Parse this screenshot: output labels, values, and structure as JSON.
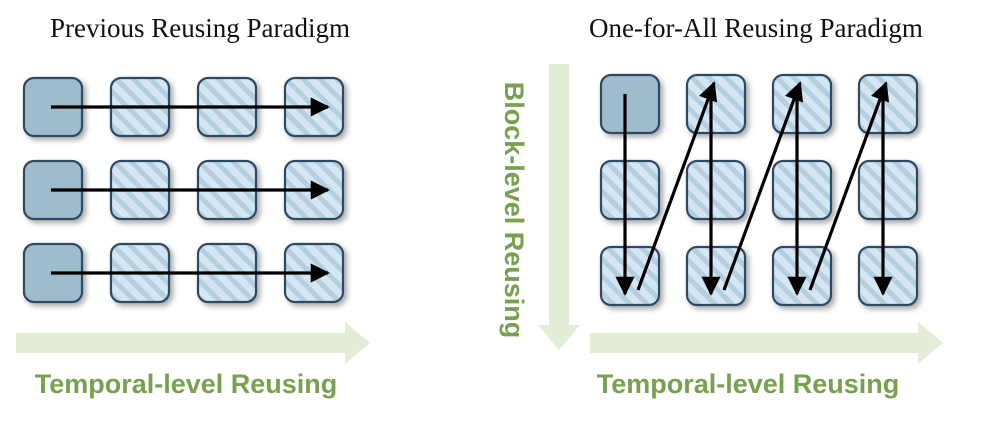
{
  "titles": {
    "left": "Previous Reusing Paradigm",
    "right": "One-for-All Reusing Paradigm"
  },
  "axis_labels": {
    "left_horizontal": "Temporal-level Reusing",
    "right_horizontal": "Temporal-level Reusing",
    "right_vertical": "Block-level Reusing"
  },
  "colors": {
    "solid_block": "#9fbccc",
    "hatched_block": "#d4e6f1",
    "hatch_stripe": "#b3cfe0",
    "block_border": "#2e4a63",
    "axis_arrow": "#e3ecd7",
    "axis_text": "#77a04f",
    "flow_arrow": "#000000"
  },
  "left_grid": {
    "rows": 3,
    "cols": 4,
    "cells": [
      [
        "solid",
        "hatched",
        "hatched",
        "hatched"
      ],
      [
        "solid",
        "hatched",
        "hatched",
        "hatched"
      ],
      [
        "solid",
        "hatched",
        "hatched",
        "hatched"
      ]
    ],
    "flow": "row-wise"
  },
  "right_grid": {
    "rows": 3,
    "cols": 4,
    "cells": [
      [
        "solid",
        "hatched",
        "hatched",
        "hatched"
      ],
      [
        "hatched",
        "hatched",
        "hatched",
        "hatched"
      ],
      [
        "hatched",
        "hatched",
        "hatched",
        "hatched"
      ]
    ],
    "flow": "column-zigzag"
  }
}
